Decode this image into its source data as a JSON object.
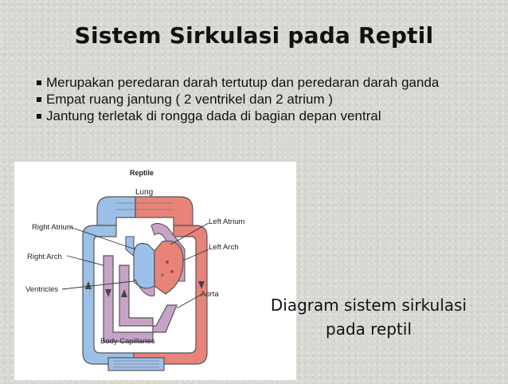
{
  "slide": {
    "title": "Sistem Sirkulasi pada Reptil",
    "bullets": [
      "Merupakan peredaran darah tertutup dan peredaran darah ganda",
      "Empat ruang jantung ( 2 ventrikel dan 2 atrium )",
      "Jantung terletak di rongga dada di bagian depan ventral"
    ],
    "caption_line1": "Diagram sistem sirkulasi",
    "caption_line2": "pada reptil"
  },
  "diagram": {
    "heading": "Reptile",
    "labels": {
      "lung": "Lung",
      "right_atrium": "Right Atrium",
      "left_atrium": "Left Atrium",
      "left_arch": "Left Arch",
      "right_arch": "Right Arch",
      "ventricles": "Ventricles",
      "aorta": "Aorta",
      "body_capillaries": "Body Capillaries"
    },
    "colors": {
      "oxygenated": "#e8837a",
      "deoxygenated": "#9dc0e8",
      "mixed": "#c8a3c8",
      "outline": "#555555"
    }
  }
}
